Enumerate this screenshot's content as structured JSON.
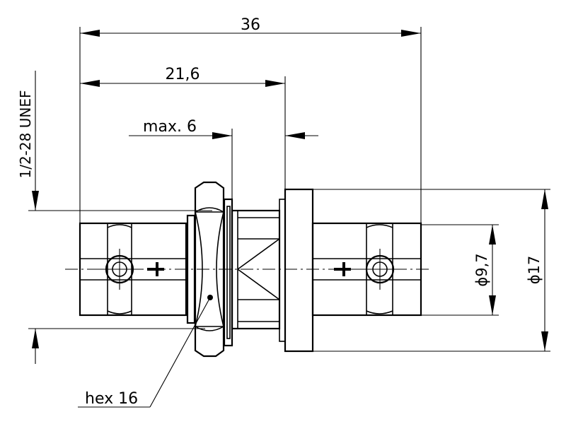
{
  "dimensions": {
    "overall_length": "36",
    "body_length": "21,6",
    "panel_thickness": "max. 6",
    "thread": "1/2-28 UNEF",
    "inner_diameter": "ϕ9,7",
    "outer_diameter": "ϕ17",
    "hex": "hex 16"
  }
}
